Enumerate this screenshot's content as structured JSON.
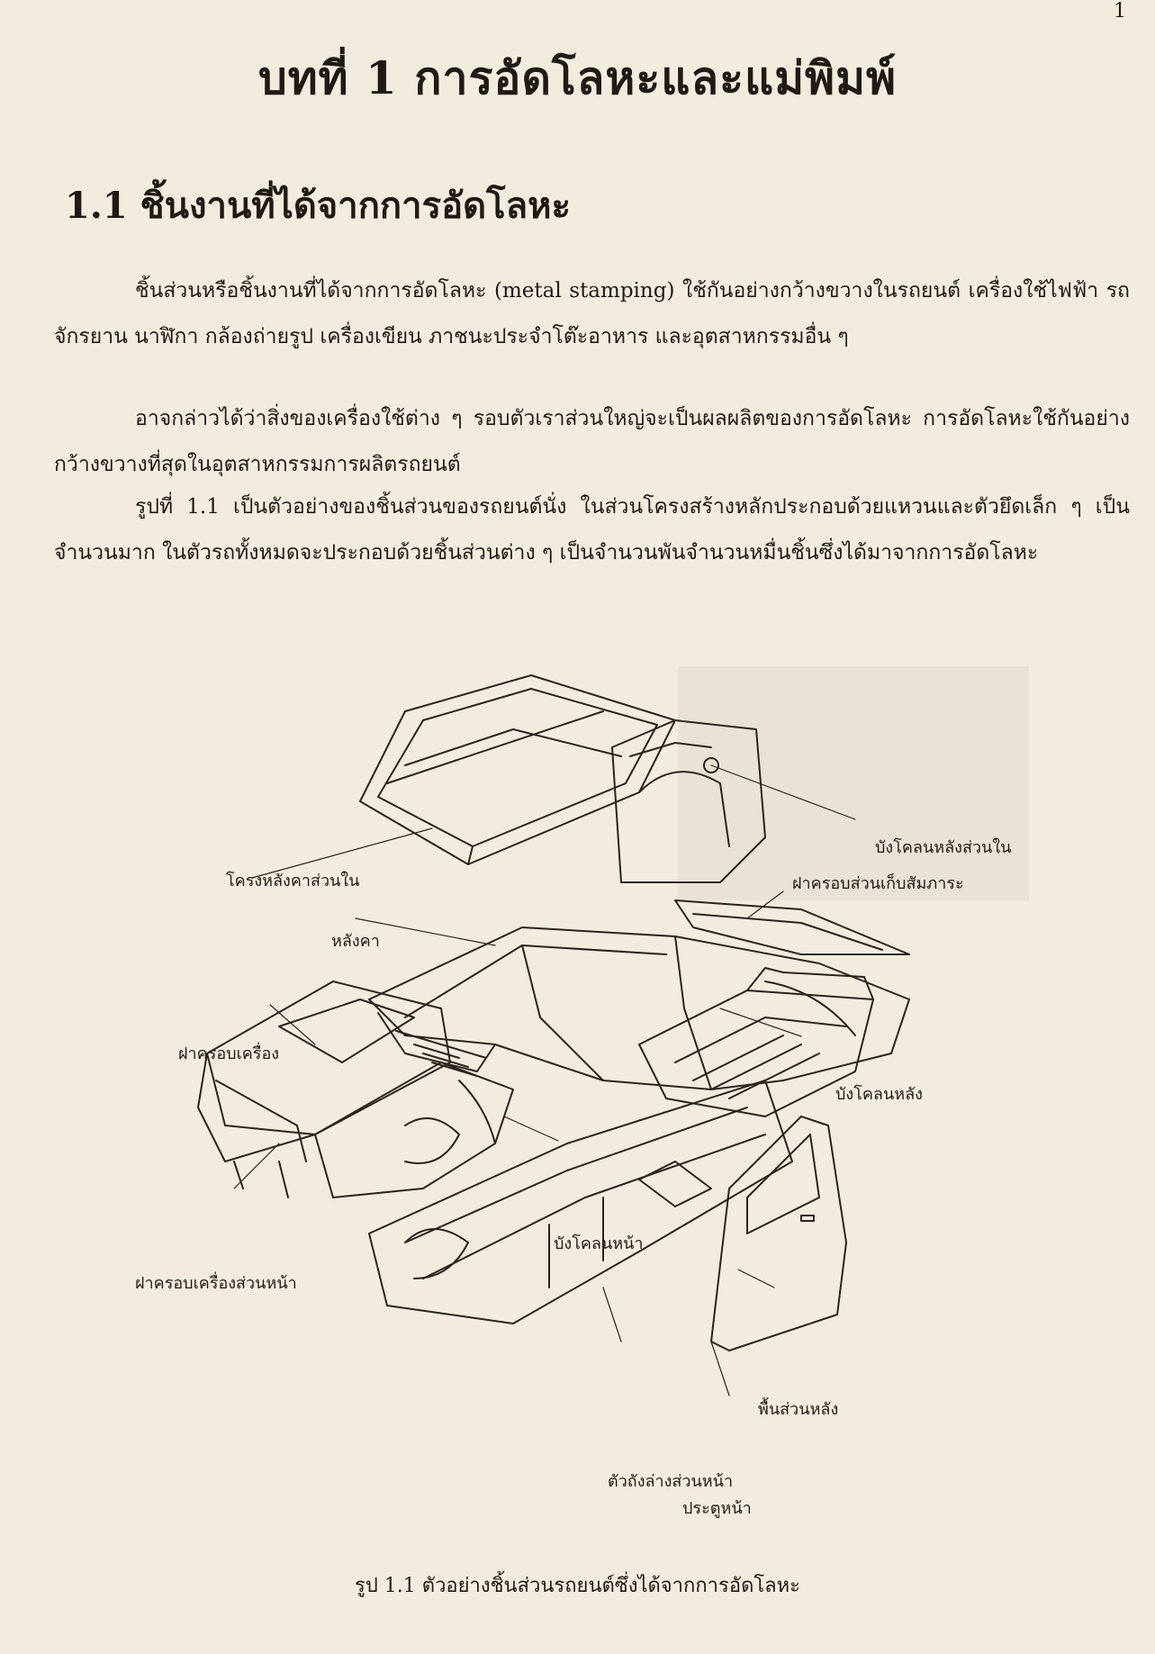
{
  "page": {
    "number": "1"
  },
  "chapter": {
    "title": "บทที่ 1  การอัดโลหะและแม่พิมพ์"
  },
  "section": {
    "heading": "1.1  ชิ้นงานที่ได้จากการอัดโลหะ"
  },
  "paragraphs": [
    "ชิ้นส่วนหรือชิ้นงานที่ได้จากการอัดโลหะ (metal stamping) ใช้กันอย่างกว้างขวางในรถยนต์ เครื่องใช้ไฟฟ้า รถจักรยาน นาฬิกา กล้องถ่ายรูป เครื่องเขียน ภาชนะประจำโต๊ะอาหาร และอุตสาหกรรมอื่น ๆ",
    "อาจกล่าวได้ว่าสิ่งของเครื่องใช้ต่าง ๆ รอบตัวเราส่วนใหญ่จะเป็นผลผลิตของการอัดโลหะ การอัดโลหะใช้กันอย่างกว้างขวางที่สุดในอุตสาหกรรมการผลิตรถยนต์",
    "รูปที่ 1.1 เป็นตัวอย่างของชิ้นส่วนของรถยนต์นั่ง ในส่วนโครงสร้างหลักประกอบด้วยแหวนและตัวยึดเล็ก ๆ เป็นจำนวนมาก ในตัวรถทั้งหมดจะประกอบด้วยชิ้นส่วนต่าง ๆ เป็นจำนวนพันจำนวนหมื่นชิ้นซึ่งได้มาจากการอัดโลหะ"
  ],
  "figure": {
    "labels": {
      "inner_rear_fender": "บังโคลนหลังส่วนใน",
      "inner_roof_frame": "โครงหลังคาส่วนใน",
      "trunk_lid": "ฝาครอบส่วนเก็บสัมภาระ",
      "roof": "หลังคา",
      "hood": "ฝาครอบเครื่อง",
      "rear_fender": "บังโคลนหลัง",
      "front_fender": "บังโคลนหน้า",
      "front_hood_panel": "ฝาครอบเครื่องส่วนหน้า",
      "rear_floor": "พื้นส่วนหลัง",
      "front_underbody": "ตัวถังล่างส่วนหน้า",
      "front_door": "ประตูหน้า"
    },
    "caption": "รูป 1.1  ตัวอย่างชิ้นส่วนรถยนต์ซึ่งได้จากการอัดโลหะ"
  }
}
